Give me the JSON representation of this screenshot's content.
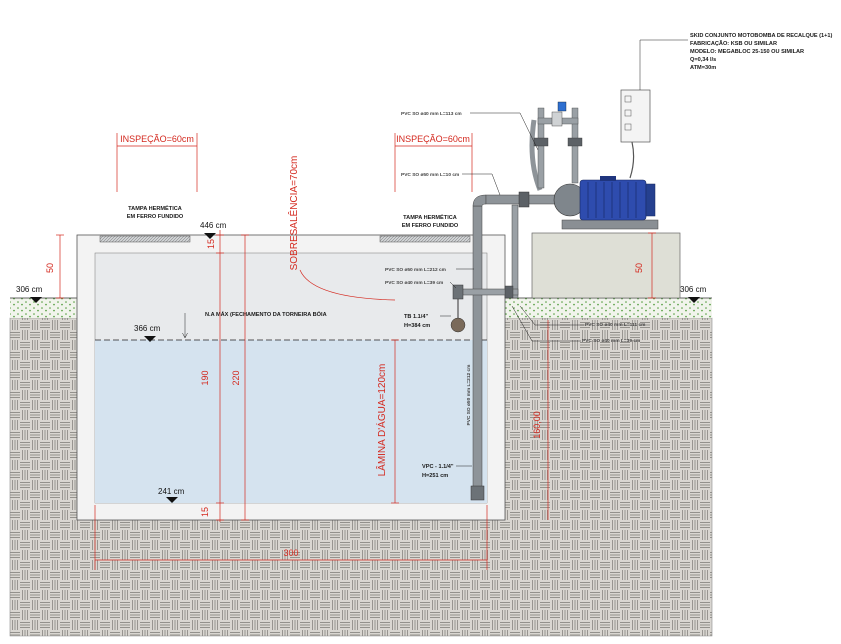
{
  "skid": {
    "line1": "SKID CONJUNTO MOTOBOMBA DE RECALQUE (1+1)",
    "line2": "FABRICAÇÃO: KSB OU SIMILAR",
    "line3": "MODELO: MEGABLOC 25-150 OU SIMILAR",
    "line4": "Q=0,34 l/s",
    "line5": "ATM=30m"
  },
  "inspection": {
    "left": "INSPEÇÃO=60cm",
    "right": "INSPEÇÃO=60cm"
  },
  "lids": {
    "left": {
      "line1": "TAMPA HERMÉTICA",
      "line2": "EM FERRO FUNDIDO"
    },
    "right": {
      "line1": "TAMPA HERMÉTICA",
      "line2": "EM FERRO FUNDIDO"
    }
  },
  "levels": {
    "top": "446 cm",
    "max_water": "366 cm",
    "ground_left": "306 cm",
    "ground_right": "306 cm",
    "bottom": "241 cm"
  },
  "dimensions": {
    "left_50": "50",
    "top_15": "15",
    "height_190": "190",
    "height_220": "220",
    "bottom_15": "15",
    "width_300": "300",
    "right_50": "50",
    "overflow": "SOBRESALÊNCIA=70cm",
    "water_depth": "LÂMINA D'ÁGUA=120cm",
    "right_depth": "160,00"
  },
  "pipes": {
    "p40_113": "PVC SO ø40 mm L=113 cm",
    "p50_10": "PVC SO ø50 mm L=10 cm",
    "p50_212": "PVC SO ø50 mm L=212 cm",
    "p40_39": "PVC SO ø40 mm L=39 cm",
    "p50_212_vertical": "PVC SO ø50 mm L=212 cm",
    "p40_111_ground": "PVC SO ø40 mm L=111 cm",
    "p40_39_ground": "PVC SO ø40 mm L=39 cm"
  },
  "valves": {
    "float_label": "TB 1.1/4\"",
    "float_height": "H=384 cm",
    "foot_label": "VPC - 1.1/4\"",
    "foot_height": "H=251 cm"
  },
  "notes": {
    "max_level": "N.A MÁX (FECHAMENTO DA TORNEIRA BÓIA"
  },
  "colors": {
    "dimension": "#d4291f",
    "water": "#d5e3ef",
    "motor": "#2e4cae",
    "grass": "#4f9a3a"
  }
}
